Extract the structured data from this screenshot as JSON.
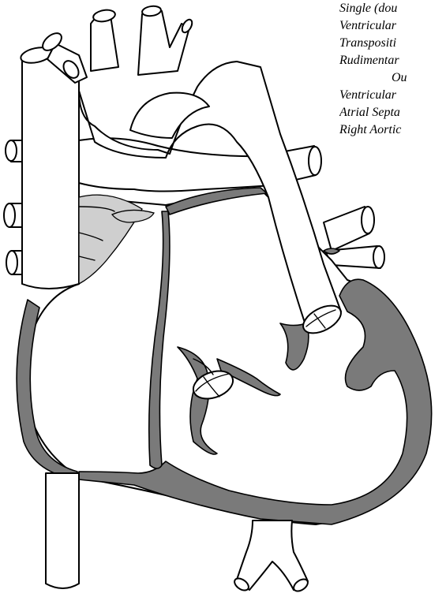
{
  "diagram": {
    "labels": [
      "Single (dou",
      "Ventricular",
      "Transpositi",
      "Rudimentar",
      "Ou",
      "Ventricular",
      "Atrial Septa",
      "Right Aortic"
    ],
    "colors": {
      "line": "#000000",
      "wall_shading": "#7a7a7a",
      "background": "#ffffff"
    }
  }
}
